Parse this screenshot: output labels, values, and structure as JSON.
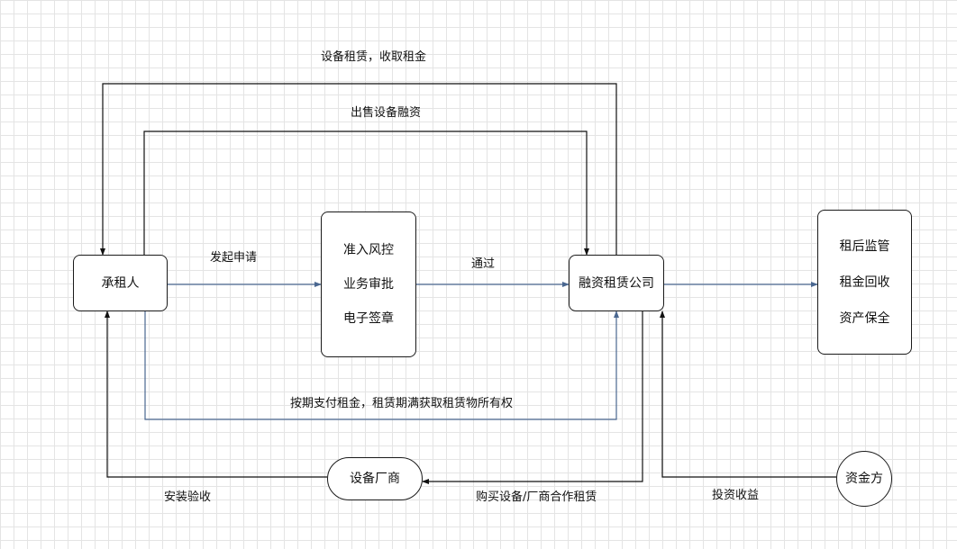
{
  "nodes": {
    "lessee": "承租人",
    "review": [
      "准入风控",
      "业务审批",
      "电子签章"
    ],
    "leasing_company": "融资租赁公司",
    "post_lease": [
      "租后监管",
      "租金回收",
      "资产保全"
    ],
    "supplier": "设备厂商",
    "investor": "资金方"
  },
  "edges": {
    "equipment_lease": "设备租赁，收取租金",
    "sale_financing": "出售设备融资",
    "apply": "发起申请",
    "approved": "通过",
    "pay_rent": "按期支付租金，租赁期满获取租赁物所有权",
    "install_accept": "安装验收",
    "purchase": "购买设备/厂商合作租赁",
    "investment_return": "投资收益"
  },
  "colors": {
    "black_line": "#111111",
    "blue_line": "#4a6790",
    "border": "#1a1a1a",
    "grid": "#e4e4e4"
  }
}
